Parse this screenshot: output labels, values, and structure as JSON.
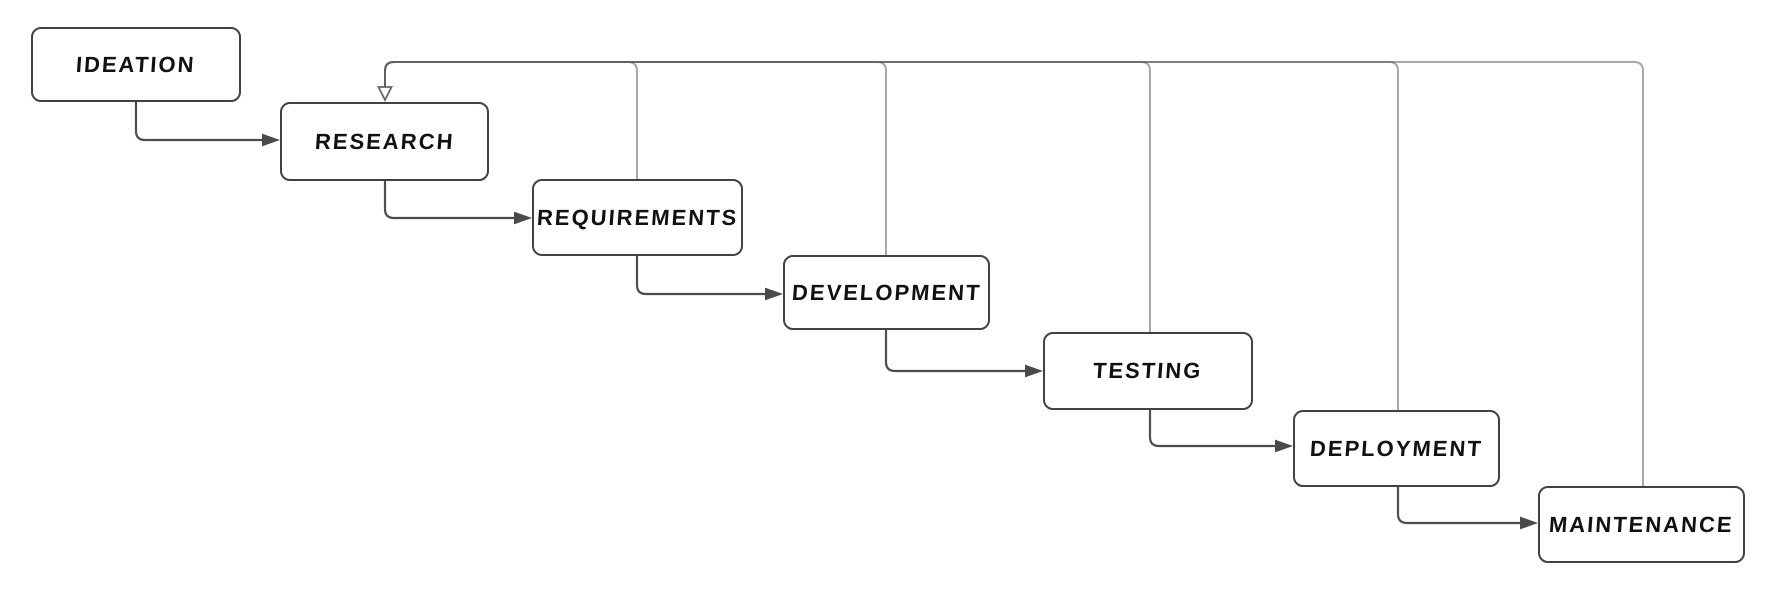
{
  "diagram": {
    "type": "flowchart-waterfall",
    "background_color": "#ffffff",
    "nodes": [
      {
        "id": "ideation",
        "label": "IDEATION"
      },
      {
        "id": "research",
        "label": "RESEARCH"
      },
      {
        "id": "requirements",
        "label": "REQUIREMENTS"
      },
      {
        "id": "development",
        "label": "DEVELOPMENT"
      },
      {
        "id": "testing",
        "label": "TESTING"
      },
      {
        "id": "deployment",
        "label": "DEPLOYMENT"
      },
      {
        "id": "maintenance",
        "label": "MAINTENANCE"
      }
    ],
    "flow_edges": [
      {
        "from": "IDEATION",
        "to": "RESEARCH",
        "arrow": "filled"
      },
      {
        "from": "RESEARCH",
        "to": "REQUIREMENTS",
        "arrow": "filled"
      },
      {
        "from": "REQUIREMENTS",
        "to": "DEVELOPMENT",
        "arrow": "filled"
      },
      {
        "from": "DEVELOPMENT",
        "to": "TESTING",
        "arrow": "filled"
      },
      {
        "from": "TESTING",
        "to": "DEPLOYMENT",
        "arrow": "filled"
      },
      {
        "from": "DEPLOYMENT",
        "to": "MAINTENANCE",
        "arrow": "filled"
      }
    ],
    "feedback_edges": [
      {
        "from": "REQUIREMENTS",
        "to": "RESEARCH",
        "arrow": "hollow"
      },
      {
        "from": "DEVELOPMENT",
        "to": "RESEARCH",
        "arrow": "hollow"
      },
      {
        "from": "TESTING",
        "to": "RESEARCH",
        "arrow": "hollow"
      },
      {
        "from": "DEPLOYMENT",
        "to": "RESEARCH",
        "arrow": "hollow"
      },
      {
        "from": "MAINTENANCE",
        "to": "RESEARCH",
        "arrow": "hollow"
      }
    ],
    "colors": {
      "node_fill": "#ffffff",
      "node_border": "#424242",
      "node_text": "#111111",
      "flow_connector": "#4d4d4d",
      "feedback_connector_light": "#a7a7a7",
      "feedback_connector_dark": "#666666"
    }
  }
}
